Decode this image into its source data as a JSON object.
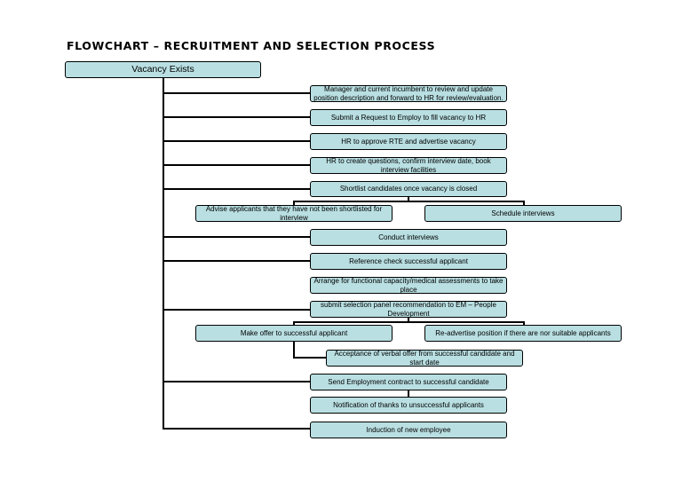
{
  "title": "FLOWCHART – RECRUITMENT AND SELECTION PROCESS",
  "nodes": {
    "vacancy": "Vacancy Exists",
    "manager_review": "Manager and current incumbent to review and update position description and forward to HR for review/evaluation.",
    "request_employ": "Submit a Request to Employ to fill vacancy to HR",
    "hr_approve": "HR to approve RTE and advertise vacancy",
    "hr_questions": "HR to create questions, confirm interview date, book interview facilities",
    "shortlist": "Shortlist candidates once vacancy is closed",
    "advise_applicants": "Advise applicants that they have not been shortlisted for interview",
    "schedule_interviews": "Schedule interviews",
    "conduct_interviews": "Conduct interviews",
    "reference_check": "Reference check successful applicant",
    "functional_assessment": "Arrange for functional capacity/medical assessments to take place",
    "submit_recommendation": "submit selection panel recommendation to EM – People Development",
    "make_offer": "Make offer to successful applicant",
    "readvertise": "Re-advertise position if there are nor suitable applicants",
    "acceptance": "Acceptance of verbal offer from successful candidate and start date",
    "send_contract": "Send Employment contract to successful candidate",
    "notification": "Notification of thanks to unsuccessful applicants",
    "induction": "Induction of new employee"
  },
  "colors": {
    "box_fill": "#b9dfe2",
    "line": "#000000"
  }
}
